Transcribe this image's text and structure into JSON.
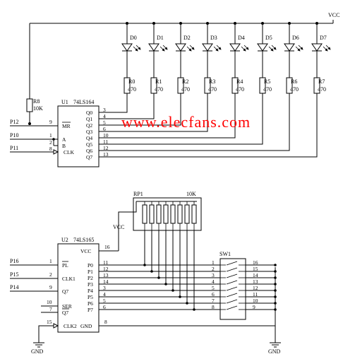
{
  "vcc": "VCC",
  "gnd": "GND",
  "watermark": "www.elecfans.com",
  "top": {
    "leds": [
      "D0",
      "D1",
      "D2",
      "D3",
      "D4",
      "D5",
      "D6",
      "D7"
    ],
    "resistors": [
      {
        "name": "R0",
        "value": "470"
      },
      {
        "name": "R1",
        "value": "470"
      },
      {
        "name": "R2",
        "value": "470"
      },
      {
        "name": "R3",
        "value": "470"
      },
      {
        "name": "R4",
        "value": "470"
      },
      {
        "name": "R5",
        "value": "470"
      },
      {
        "name": "R6",
        "value": "470"
      },
      {
        "name": "R7",
        "value": "470"
      }
    ],
    "r8": {
      "name": "R8",
      "value": "10K"
    },
    "chip": {
      "ref": "U1",
      "part": "74LS164",
      "left_pins": [
        {
          "label": "MR",
          "num": "9",
          "net": "P12"
        },
        {
          "label": "A",
          "num": "1",
          "net": "P10"
        },
        {
          "label": "B",
          "num": "2",
          "net": ""
        },
        {
          "label": "CLK",
          "num": "8",
          "net": "P11"
        }
      ],
      "right_pins": [
        {
          "label": "Q0",
          "num": "3"
        },
        {
          "label": "Q1",
          "num": "4"
        },
        {
          "label": "Q2",
          "num": "5"
        },
        {
          "label": "Q3",
          "num": "6"
        },
        {
          "label": "Q4",
          "num": "10"
        },
        {
          "label": "Q5",
          "num": "11"
        },
        {
          "label": "Q6",
          "num": "12"
        },
        {
          "label": "Q7",
          "num": "13"
        }
      ]
    }
  },
  "bottom": {
    "rp": {
      "name": "RP1",
      "value": "10K"
    },
    "vcc_pin": "16",
    "gnd_pin": "8",
    "chip": {
      "ref": "U2",
      "part": "74LS165",
      "vcc_label": "VCC",
      "gnd_label": "GND",
      "left_pins": [
        {
          "label": "PL",
          "num": "1",
          "net": "P16"
        },
        {
          "label": "CLK1",
          "num": "2",
          "net": "P15"
        },
        {
          "label": "Q7",
          "num": "9",
          "net": "P14"
        },
        {
          "label": "SER",
          "num": "10",
          "net": ""
        },
        {
          "label": "Q7",
          "num": "7",
          "net": ""
        },
        {
          "label": "CLK2",
          "num": "15",
          "net": ""
        }
      ],
      "right_pins": [
        {
          "label": "P0",
          "num": "11"
        },
        {
          "label": "P1",
          "num": "12"
        },
        {
          "label": "P2",
          "num": "13"
        },
        {
          "label": "P3",
          "num": "14"
        },
        {
          "label": "P4",
          "num": "3"
        },
        {
          "label": "P5",
          "num": "4"
        },
        {
          "label": "P6",
          "num": "5"
        },
        {
          "label": "P7",
          "num": "6"
        }
      ]
    },
    "switch": {
      "name": "SW1",
      "left_pins": [
        "1",
        "2",
        "3",
        "4",
        "5",
        "6",
        "7",
        "8"
      ],
      "right_pins": [
        "16",
        "15",
        "14",
        "13",
        "12",
        "11",
        "10",
        "9"
      ]
    }
  }
}
